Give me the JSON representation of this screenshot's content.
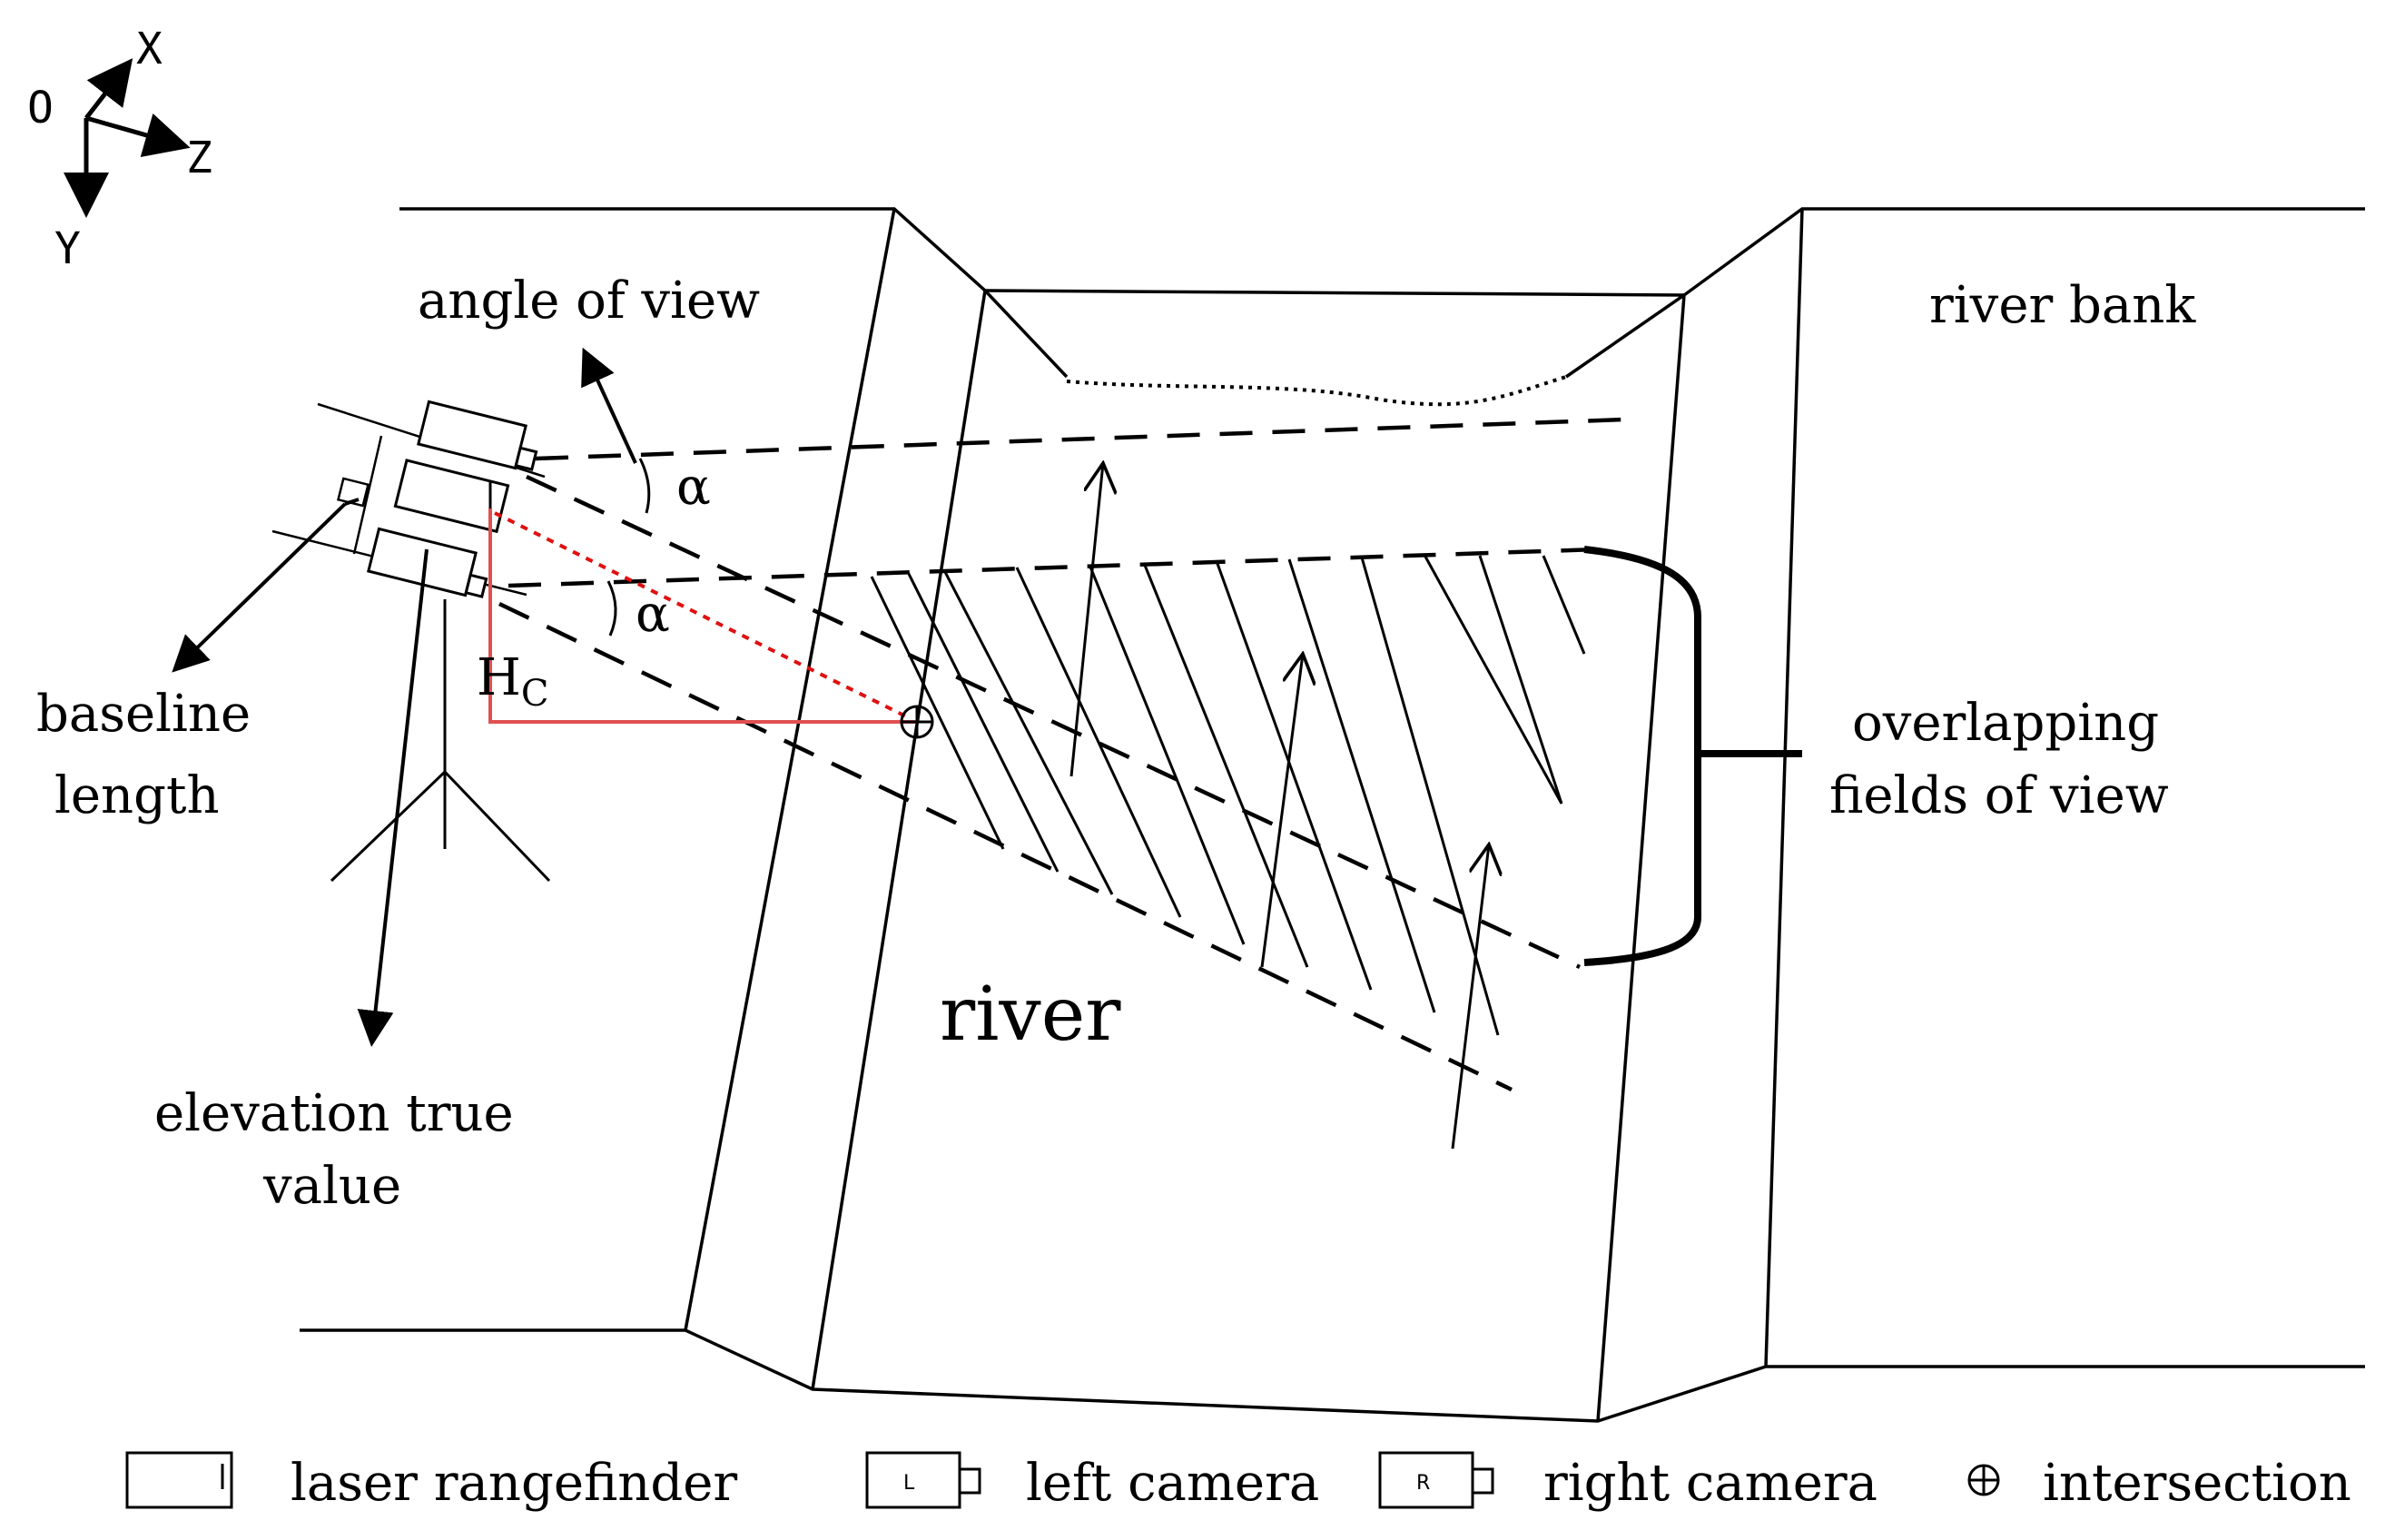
{
  "axes": {
    "origin": "O",
    "x": "X",
    "z": "Z",
    "y": "Y"
  },
  "labels": {
    "angle_of_view": "angle of view",
    "river_bank": "river bank",
    "baseline_1": "baseline",
    "baseline_2": "length",
    "elevation_1": "elevation true",
    "elevation_2": "value",
    "overlap_1": "overlapping",
    "overlap_2": "fields of view",
    "river": "river",
    "alpha_top": "α",
    "alpha_bottom": "α",
    "hc_main": "H",
    "hc_sub": "C"
  },
  "legend": {
    "rangefinder": "laser rangefinder",
    "left_camera": "left camera",
    "left_camera_mark": "L",
    "right_camera": "right camera",
    "right_camera_mark": "R",
    "intersection": "intersection"
  },
  "colors": {
    "line": "#000000",
    "elevation_line": "#e05050",
    "sight_line": "#e01010"
  }
}
